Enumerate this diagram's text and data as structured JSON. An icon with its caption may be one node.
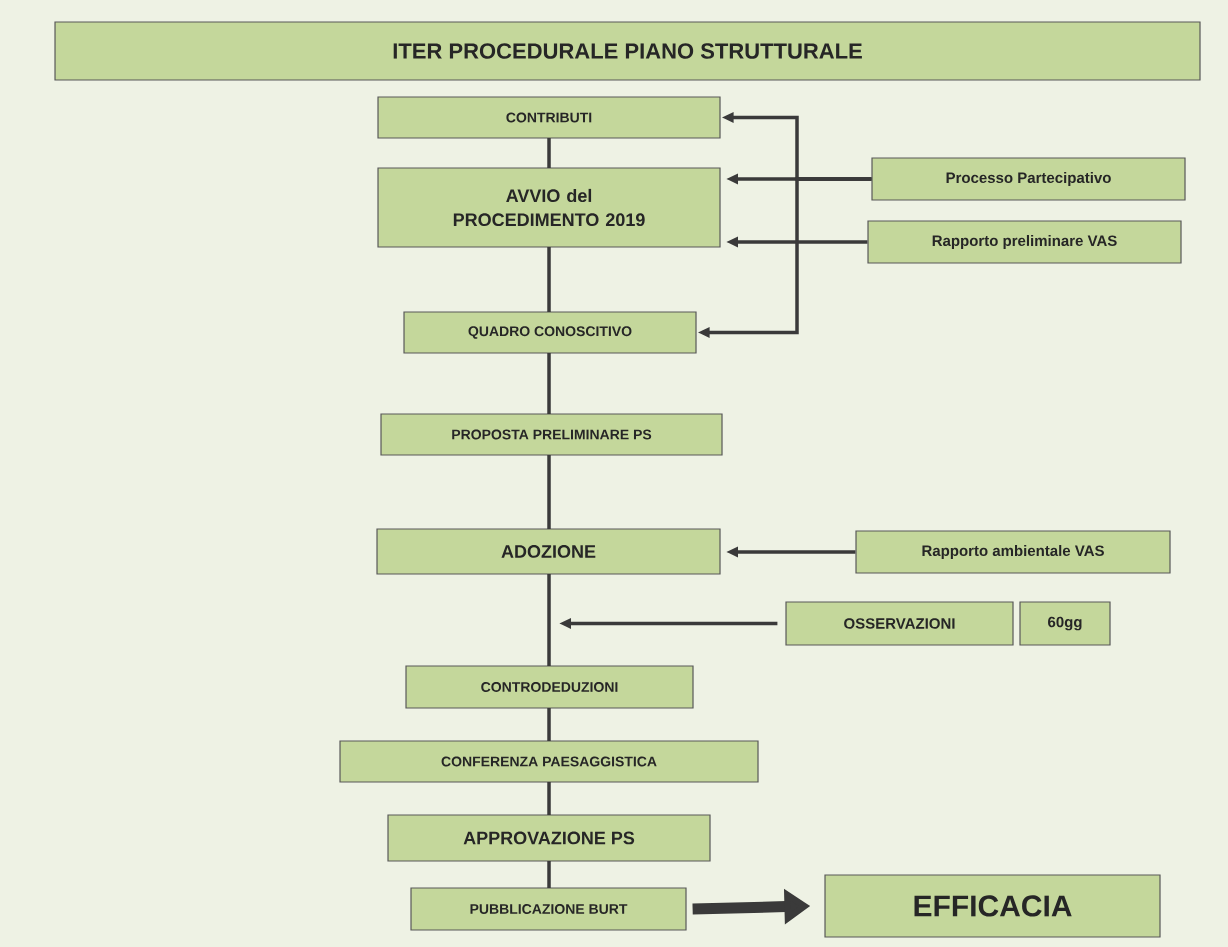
{
  "diagram": {
    "nodes": [
      {
        "text": [
          "ITER PROCEDURALE PIANO STRUTTURALE"
        ]
      },
      {
        "text": [
          "CONTRIBUTI"
        ]
      },
      {
        "text": [
          "AVVIO del PROCEDIMENTO 2019"
        ]
      },
      {
        "text": [
          "Processo Partecipativo"
        ]
      },
      {
        "text": [
          "Rapporto preliminare VAS"
        ]
      },
      {
        "text": [
          "QUADRO CONOSCITIVO"
        ]
      },
      {
        "text": [
          "PROPOSTA PRELIMINARE PS"
        ]
      },
      {
        "text": [
          "ADOZIONE"
        ]
      },
      {
        "text": [
          "Rapporto ambientale VAS"
        ]
      },
      {
        "text": [
          "OSSERVAZIONI"
        ]
      },
      {
        "text": [
          "60gg"
        ]
      },
      {
        "text": [
          "CONTRODEDUZIONI"
        ]
      },
      {
        "text": [
          "CONFERENZA PAESAGGISTICA"
        ]
      },
      {
        "text": [
          "APPROVAZIONE PS"
        ]
      },
      {
        "text": [
          "PUBBLICAZIONE BURT"
        ]
      },
      {
        "text": [
          "EFFICACIA"
        ]
      }
    ],
    "edges": [
      {
        "from": 1,
        "to": 2,
        "arrow": "none"
      },
      {
        "from": 2,
        "to": 5,
        "arrow": "none"
      },
      {
        "from": 5,
        "to": 6,
        "arrow": "none"
      },
      {
        "from": 6,
        "to": 7,
        "arrow": "none"
      },
      {
        "from": 7,
        "to": 11,
        "arrow": "none"
      },
      {
        "from": 11,
        "to": 12,
        "arrow": "none"
      },
      {
        "from": 12,
        "to": 13,
        "arrow": "none"
      },
      {
        "from": 13,
        "to": 14,
        "arrow": "none"
      },
      {
        "from": 3,
        "to": 1,
        "arrow": "to"
      },
      {
        "from": 3,
        "to": 2,
        "arrow": "to"
      },
      {
        "from": 3,
        "to": 5,
        "arrow": "to"
      },
      {
        "from": 4,
        "to": 2,
        "arrow": "to"
      },
      {
        "from": 8,
        "to": 7,
        "arrow": "to"
      },
      {
        "from": 9,
        "to": null,
        "arrow": "to"
      },
      {
        "from": 14,
        "to": 15,
        "arrow": "to",
        "style": "thick"
      }
    ]
  }
}
